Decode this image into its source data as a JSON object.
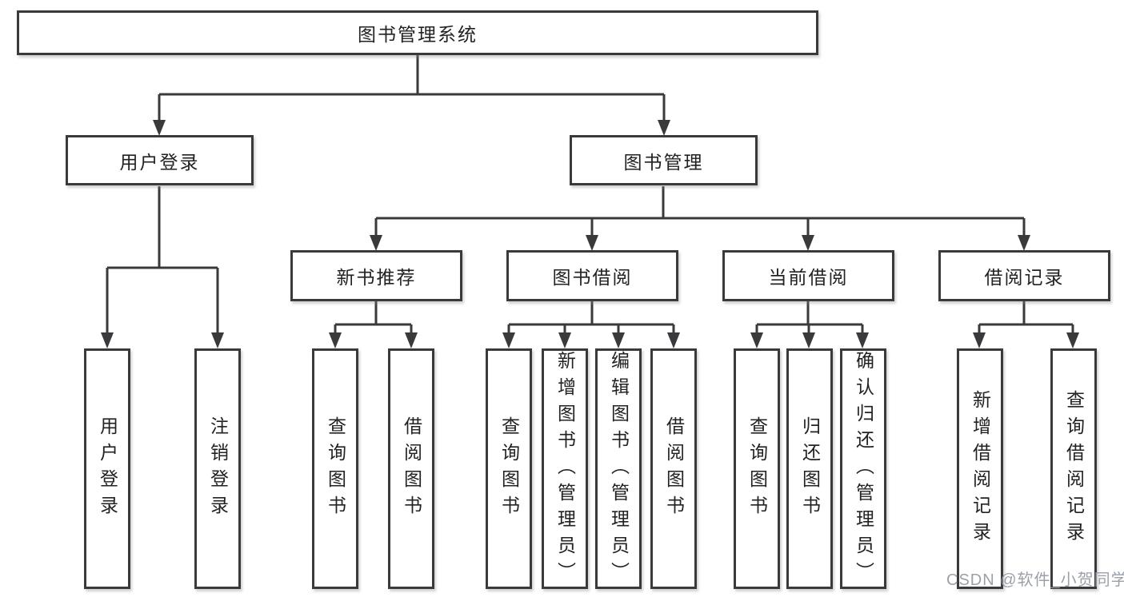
{
  "diagram": {
    "type": "hierarchy-tree",
    "tree": {
      "label": "图书管理系统",
      "children": [
        {
          "label": "用户登录",
          "children": [
            {
              "label": "用户登录"
            },
            {
              "label": "注销登录"
            }
          ]
        },
        {
          "label": "图书管理",
          "children": [
            {
              "label": "新书推荐",
              "children": [
                {
                  "label": "查询图书"
                },
                {
                  "label": "借阅图书"
                }
              ]
            },
            {
              "label": "图书借阅",
              "children": [
                {
                  "label": "查询图书"
                },
                {
                  "label": "新增图书（管理员）"
                },
                {
                  "label": "编辑图书（管理员）"
                },
                {
                  "label": "借阅图书"
                }
              ]
            },
            {
              "label": "当前借阅",
              "children": [
                {
                  "label": "查询图书"
                },
                {
                  "label": "归还图书"
                },
                {
                  "label": "确认归还（管理员）"
                }
              ]
            },
            {
              "label": "借阅记录",
              "children": [
                {
                  "label": "新增借阅记录"
                },
                {
                  "label": "查询借阅记录"
                }
              ]
            }
          ]
        }
      ]
    },
    "colors": {
      "line": "#3a3a3c",
      "box_border": "#3a3a3c",
      "box_fill": "#ffffff",
      "text": "#222222"
    }
  },
  "watermark": {
    "text": "CSDN @软件_小贺同学",
    "color": "#969ba5"
  }
}
